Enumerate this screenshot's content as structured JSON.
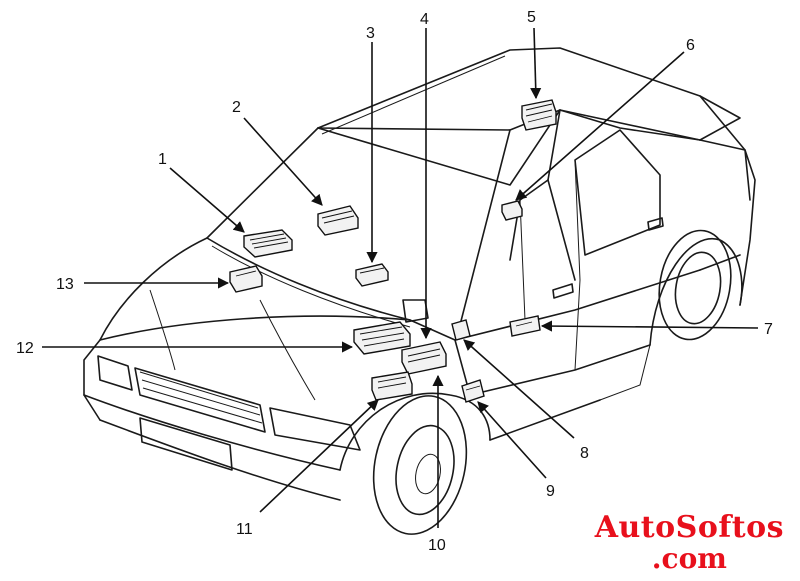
{
  "diagram": {
    "subject": "Sedan body — control module locations",
    "callouts": [
      {
        "id": "c1",
        "label": "1"
      },
      {
        "id": "c2",
        "label": "2"
      },
      {
        "id": "c3",
        "label": "3"
      },
      {
        "id": "c4",
        "label": "4"
      },
      {
        "id": "c5",
        "label": "5"
      },
      {
        "id": "c6",
        "label": "6"
      },
      {
        "id": "c7",
        "label": "7"
      },
      {
        "id": "c8",
        "label": "8"
      },
      {
        "id": "c9",
        "label": "9"
      },
      {
        "id": "c10",
        "label": "10"
      },
      {
        "id": "c11",
        "label": "11"
      },
      {
        "id": "c12",
        "label": "12"
      },
      {
        "id": "c13",
        "label": "13"
      }
    ]
  },
  "watermark": {
    "line1": "AutoSoftos",
    "line2": ".com",
    "color": "#e8101c"
  }
}
